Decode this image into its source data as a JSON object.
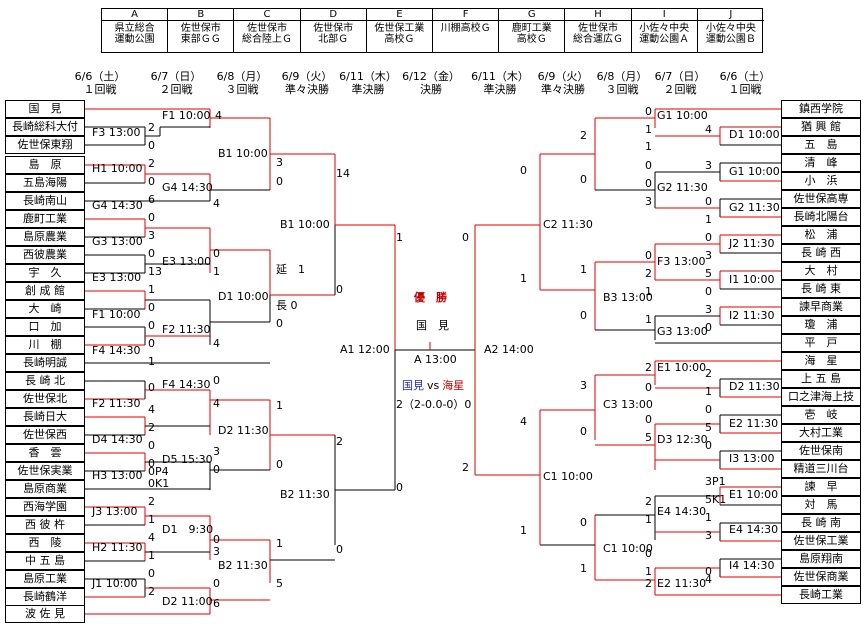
{
  "venues": [
    {
      "code": "A",
      "name1": "県立総合",
      "name2": "運動公園"
    },
    {
      "code": "B",
      "name1": "佐世保市",
      "name2": "東部ＧＧ"
    },
    {
      "code": "C",
      "name1": "佐世保市",
      "name2": "総合陸上Ｇ"
    },
    {
      "code": "D",
      "name1": "佐世保市",
      "name2": "北部Ｇ"
    },
    {
      "code": "E",
      "name1": "佐世保工業",
      "name2": "高校Ｇ"
    },
    {
      "code": "F",
      "name1": "川棚高校Ｇ",
      "name2": ""
    },
    {
      "code": "G",
      "name1": "鹿町工業",
      "name2": "高校Ｇ"
    },
    {
      "code": "H",
      "name1": "佐世保市",
      "name2": "総合運広Ｇ"
    },
    {
      "code": "I",
      "name1": "小佐々中央",
      "name2": "運動公園Ａ"
    },
    {
      "code": "J",
      "name1": "小佐々中央",
      "name2": "運動公園Ｂ"
    }
  ],
  "rounds_left": [
    {
      "date": "6/6（土）",
      "label": "１回戦"
    },
    {
      "date": "6/7（日）",
      "label": "２回戦"
    },
    {
      "date": "6/8（月）",
      "label": "３回戦"
    },
    {
      "date": "6/9（火）",
      "label": "準々決勝"
    },
    {
      "date": "6/11（木）",
      "label": "準決勝"
    }
  ],
  "final_round": {
    "date": "6/12（金）",
    "label": "決勝"
  },
  "rounds_right": [
    {
      "date": "6/11（木）",
      "label": "準決勝"
    },
    {
      "date": "6/9（火）",
      "label": "準々決勝"
    },
    {
      "date": "6/8（月）",
      "label": "３回戦"
    },
    {
      "date": "6/7（日）",
      "label": "２回戦"
    },
    {
      "date": "6/6（土）",
      "label": "１回戦"
    }
  ],
  "teams_left": [
    "国　見",
    "長崎総科大付",
    "佐世保東翔",
    "島　原",
    "五島海陽",
    "長崎南山",
    "鹿町工業",
    "島原農業",
    "西彼農業",
    "宇　久",
    "創 成 館",
    "大　崎",
    "口　加",
    "川　棚",
    "長崎明誠",
    "長 崎 北",
    "佐世保北",
    "長崎日大",
    "佐世保西",
    "香　雲",
    "佐世保実業",
    "島原商業",
    "西海学園",
    "西 彼 杵",
    "西　陵",
    "中 五 島",
    "島原工業",
    "長崎鶴洋",
    "波 佐 見"
  ],
  "teams_right": [
    "鎮西学院",
    "猶 興 館",
    "五　島",
    "清　峰",
    "小　浜",
    "佐世保高専",
    "長崎北陽台",
    "松　浦",
    "長 崎 西",
    "大　村",
    "長 崎 東",
    "諫早商業",
    "瓊　浦",
    "平　戸",
    "海　星",
    "上 五 島",
    "口之津海上技",
    "壱　岐",
    "大村工業",
    "佐世保南",
    "精道三川台",
    "諫　早",
    "対　馬",
    "長 崎 南",
    "佐世保工業",
    "島原翔南",
    "佐世保商業",
    "長崎工業"
  ],
  "match_labels_left": [
    "F1 10:00",
    "F3 13:00",
    "H1 10:00",
    "G4 14:30",
    "G4 14:30",
    "G3 13:00",
    "E3 13:00",
    "E3 13:00",
    "F1 10:00",
    "F2 11:30",
    "F4 14:30",
    "F4 14:30",
    "F2 11:30",
    "D4 14:30",
    "D5 15:30",
    "H3 13:00",
    "J3 13:00",
    "D1　9:30",
    "H2 11:30",
    "J1 10:00",
    "D2 11:00",
    "B1 10:00",
    "D1 10:00",
    "D2 11:30",
    "B2 11:30",
    "B1 10:00",
    "B2 11:30",
    "A1 12:00"
  ],
  "match_labels_right": [
    "G1 10:00",
    "D1 10:00",
    "G1 10:00",
    "G2 11:30",
    "G2 11:30",
    "J2 11:30",
    "F3 13:00",
    "I1 10:00",
    "I2 11:30",
    "G3 13:00",
    "E1 10:00",
    "D2 11:30",
    "E2 11:30",
    "D3 12:30",
    "I3 13:00",
    "E1 10:00",
    "E4 14:30",
    "E4 14:30",
    "I4 14:30",
    "E2 11:30",
    "C2 11:30",
    "B3 13:00",
    "C3 13:00",
    "C1 10:00",
    "C2 11:30",
    "C1 10:00",
    "A2 14:00"
  ],
  "final": {
    "venue": "A 13:00",
    "champion_label": "優　勝",
    "champion": "国　見",
    "team_a": "国見",
    "vs": "vs",
    "team_b": "海星",
    "score": "2（2-0.0-0）0"
  },
  "scores_left": [
    "4",
    "2",
    "0",
    "1",
    "3",
    "2",
    "0",
    "0",
    "6",
    "4",
    "1",
    "0",
    "3",
    "0",
    "0",
    "13",
    "1",
    "0",
    "3",
    "1",
    "1",
    "0",
    "0",
    "4",
    "1",
    "0",
    "4",
    "1",
    "0",
    "4",
    "2",
    "3",
    "0",
    "0P4",
    "0K1",
    "2",
    "1",
    "0",
    "4",
    "1",
    "0",
    "2",
    "0",
    "0",
    "6",
    "3",
    "0",
    "14",
    "0",
    "0",
    "延 1",
    "長 0",
    "1",
    "0",
    "2",
    "0",
    "5",
    "0",
    "1",
    "1",
    "0"
  ],
  "scores_right": [
    "0",
    "1",
    "4",
    "1",
    "0",
    "0",
    "3",
    "0",
    "1",
    "0",
    "2",
    "1",
    "3",
    "5",
    "0",
    "3",
    "1",
    "1",
    "2",
    "0",
    "0",
    "0",
    "3",
    "0",
    "3",
    "0",
    "5",
    "0",
    "1",
    "3P1",
    "5K1",
    "1",
    "3",
    "0",
    "1",
    "0",
    "4",
    "2",
    "2",
    "2",
    "0",
    "0",
    "1",
    "1",
    "3",
    "0",
    "4",
    "1",
    "0",
    "1",
    "2",
    "0"
  ],
  "notes": {
    "nobi": "延",
    "cho": "長"
  }
}
